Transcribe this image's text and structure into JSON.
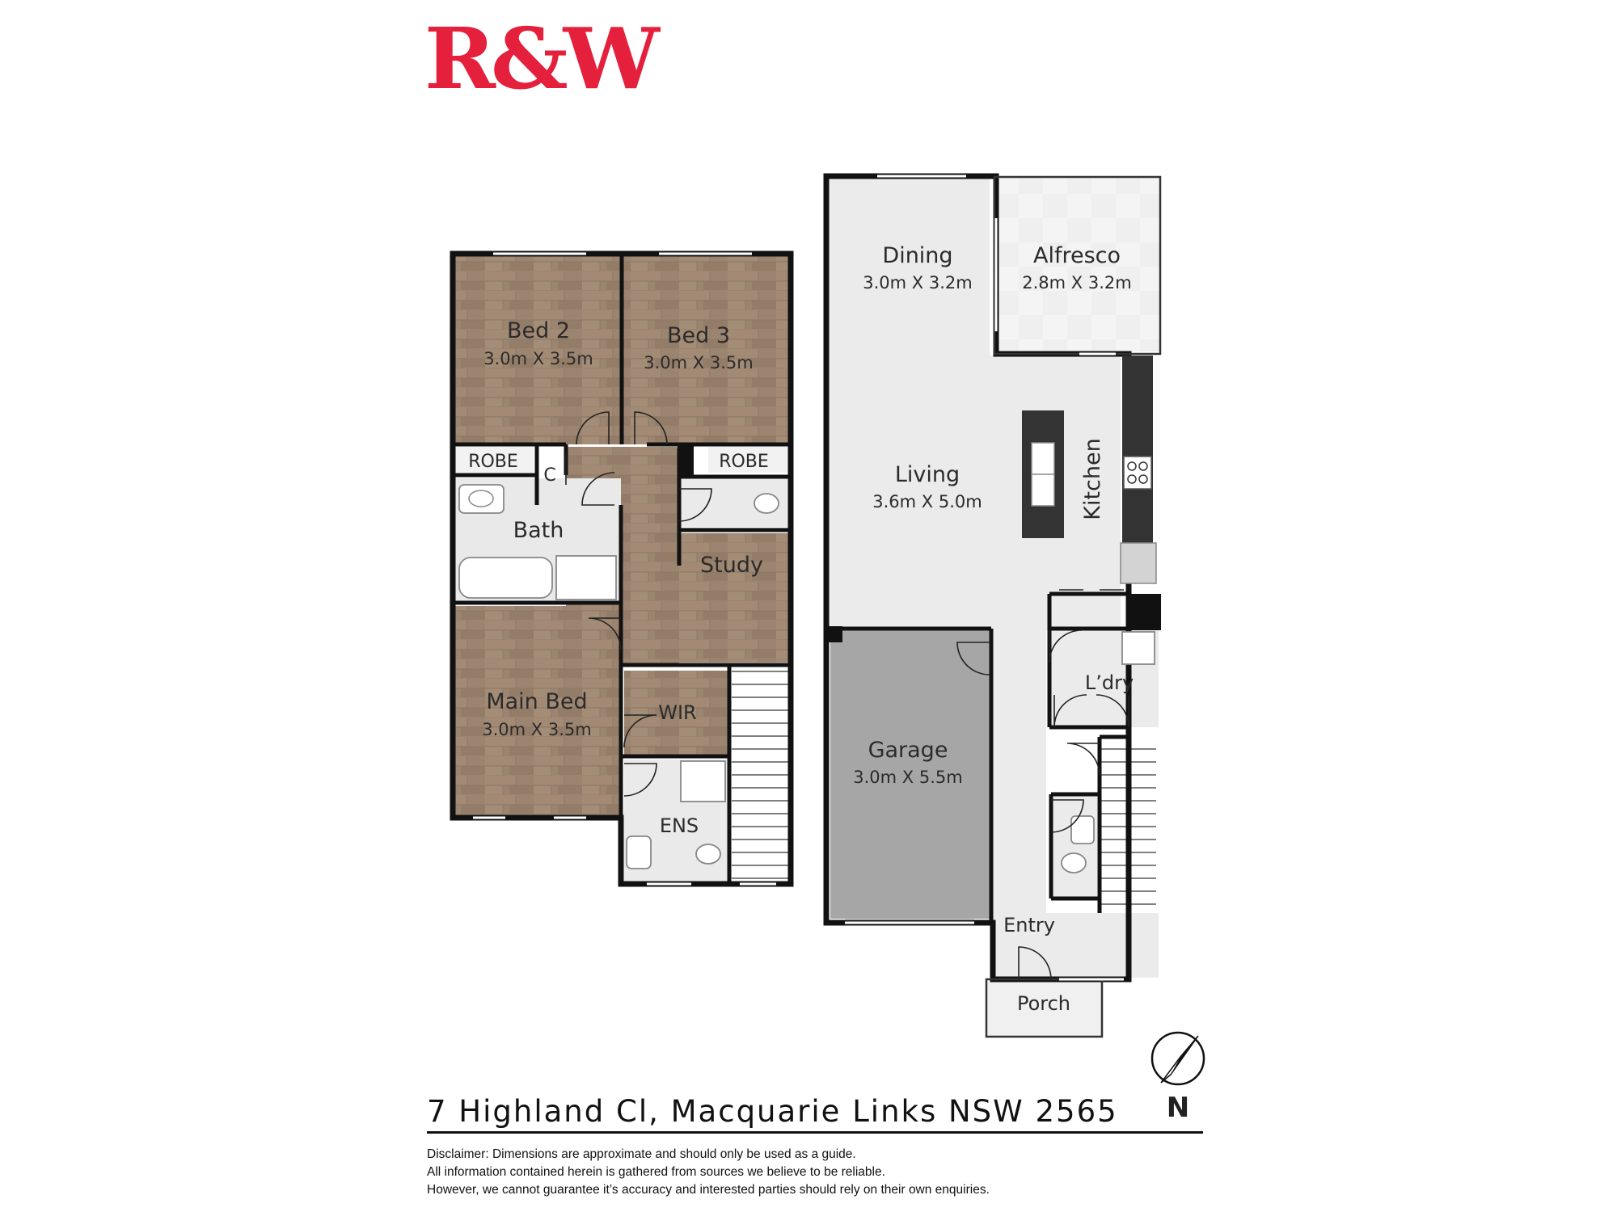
{
  "brand": {
    "logo_text": "R&W",
    "color": "#e4203c"
  },
  "rooms": {
    "bed2": {
      "name": "Bed 2",
      "dims": "3.0m X 3.5m"
    },
    "bed3": {
      "name": "Bed 3",
      "dims": "3.0m X 3.5m"
    },
    "robe_left": {
      "name": "ROBE"
    },
    "robe_right": {
      "name": "ROBE"
    },
    "cupboard": {
      "name": "C"
    },
    "bath": {
      "name": "Bath"
    },
    "study": {
      "name": "Study"
    },
    "main_bed": {
      "name": "Main Bed",
      "dims": "3.0m X 3.5m"
    },
    "wir": {
      "name": "WIR"
    },
    "ens": {
      "name": "ENS"
    },
    "dining": {
      "name": "Dining",
      "dims": "3.0m X 3.2m"
    },
    "alfresco": {
      "name": "Alfresco",
      "dims": "2.8m X 3.2m"
    },
    "living": {
      "name": "Living",
      "dims": "3.6m X 5.0m"
    },
    "kitchen": {
      "name": "Kitchen"
    },
    "laundry": {
      "name": "L’dry"
    },
    "garage": {
      "name": "Garage",
      "dims": "3.0m X 5.5m"
    },
    "entry": {
      "name": "Entry"
    },
    "porch": {
      "name": "Porch"
    }
  },
  "compass": {
    "label": "N"
  },
  "address": "7 Highland Cl, Macquarie Links NSW 2565",
  "disclaimer": [
    "Disclaimer: Dimensions are approximate and should only be used as a guide.",
    "All information contained herein is gathered from sources we believe to be reliable.",
    "However, we cannot guarantee it’s accuracy and interested parties should rely on their own enquiries."
  ],
  "colors": {
    "timber_floor": "#9c8570",
    "tile_floor": "#eaeaea",
    "garage_floor": "#a9a9a9",
    "outdoor_floor": "#f0f0f0",
    "wall": "#111111"
  }
}
